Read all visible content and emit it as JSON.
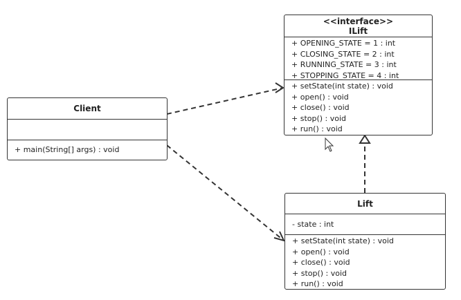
{
  "classes": {
    "ilift": {
      "stereotype": "<<interface>>",
      "name": "ILift",
      "attributes": [
        "+ OPENING_STATE = 1 : int",
        "+ CLOSING_STATE = 2 : int",
        "+ RUNNING_STATE = 3 : int",
        "+ STOPPING_STATE = 4 : int"
      ],
      "methods": [
        "+ setState(int state) : void",
        "+ open() : void",
        "+ close() : void",
        "+ stop() : void",
        "+ run() : void"
      ]
    },
    "client": {
      "name": "Client",
      "methods": [
        "+ main(String[] args) : void"
      ]
    },
    "lift": {
      "name": "Lift",
      "attributes": [
        "- state : int"
      ],
      "methods": [
        "+ setState(int state) : void",
        "+ open() : void",
        "+ close() : void",
        "+ stop() : void",
        "+ run() : void"
      ]
    }
  },
  "relations": [
    {
      "from": "Client",
      "to": "ILift",
      "type": "dependency"
    },
    {
      "from": "Client",
      "to": "Lift",
      "type": "dependency"
    },
    {
      "from": "Lift",
      "to": "ILift",
      "type": "realization"
    }
  ]
}
